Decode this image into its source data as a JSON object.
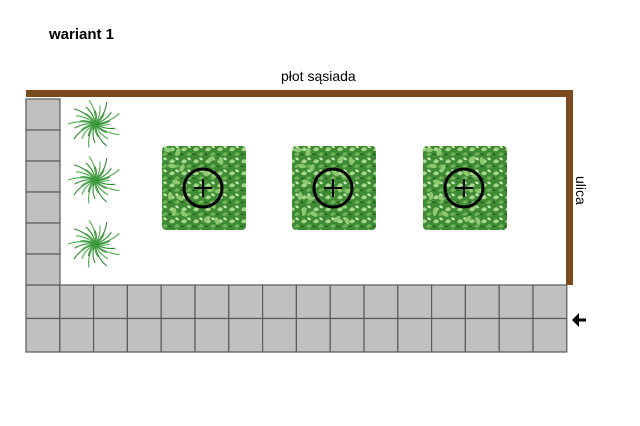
{
  "title": "wariant 1",
  "labels": {
    "neighbour_fence": "płot sąsiada",
    "street": "ulica"
  },
  "colors": {
    "fence": "#7b4a1f",
    "paving": "#c0c0c0",
    "paving_border": "#5a5a5a",
    "plant_dark": "#2f6f2a",
    "plant_light": "#8ec972",
    "grass_plant": "#2e8b2e"
  },
  "elements": {
    "grass_plants": 3,
    "shrub_beds": 3,
    "paving_rows": 2,
    "paving_columns": 16,
    "side_paving_tiles": 6
  },
  "icons": {
    "entrance": "arrow-left-icon",
    "shrub_marker": "circle-plus-icon"
  }
}
